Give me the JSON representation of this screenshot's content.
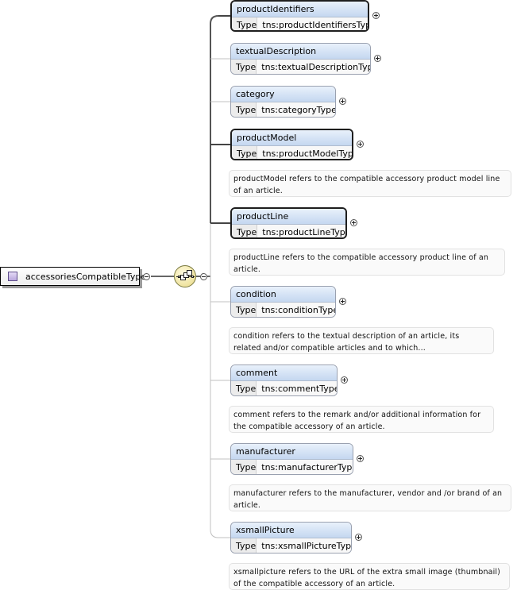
{
  "root": {
    "label": "accessoriesCompatibleType"
  },
  "type_key": "Type",
  "elements": [
    {
      "name": "productIdentifiers",
      "type": "tns:productIdentifiersType",
      "mandatory": true,
      "doc": ""
    },
    {
      "name": "textualDescription",
      "type": "tns:textualDescriptionType",
      "mandatory": false,
      "doc": ""
    },
    {
      "name": "category",
      "type": "tns:categoryType",
      "mandatory": false,
      "doc": ""
    },
    {
      "name": "productModel",
      "type": "tns:productModelType",
      "mandatory": true,
      "doc": "productModel refers to the compatible accessory product model line of an article."
    },
    {
      "name": "productLine",
      "type": "tns:productLineType",
      "mandatory": true,
      "doc": "productLine refers to the compatible accessory product line of an article."
    },
    {
      "name": "condition",
      "type": "tns:conditionType",
      "mandatory": false,
      "doc": "condition refers to the textual description of an article, its related and/or compatible articles and to which..."
    },
    {
      "name": "comment",
      "type": "tns:commentType",
      "mandatory": false,
      "doc": "comment refers to the remark and/or additional information for the compatible accessory of an article."
    },
    {
      "name": "manufacturer",
      "type": "tns:manufacturerType",
      "mandatory": false,
      "doc": "manufacturer refers to the manufacturer, vendor and /or brand of an article."
    },
    {
      "name": "xsmallPicture",
      "type": "tns:xsmallPictureType",
      "mandatory": false,
      "doc": "xsmallpicture refers to the URL of the extra small image (thumbnail) of the compatible accessory of an article."
    }
  ],
  "icons": {
    "root_type": "complex-type-icon",
    "compositor": "sequence-compositor-icon",
    "expand": "expand-icon",
    "collapse": "collapse-icon"
  },
  "colors": {
    "element_header": "#c4d7f0",
    "compositor": "#efe3a0",
    "root_icon": "#b9a6dd"
  }
}
